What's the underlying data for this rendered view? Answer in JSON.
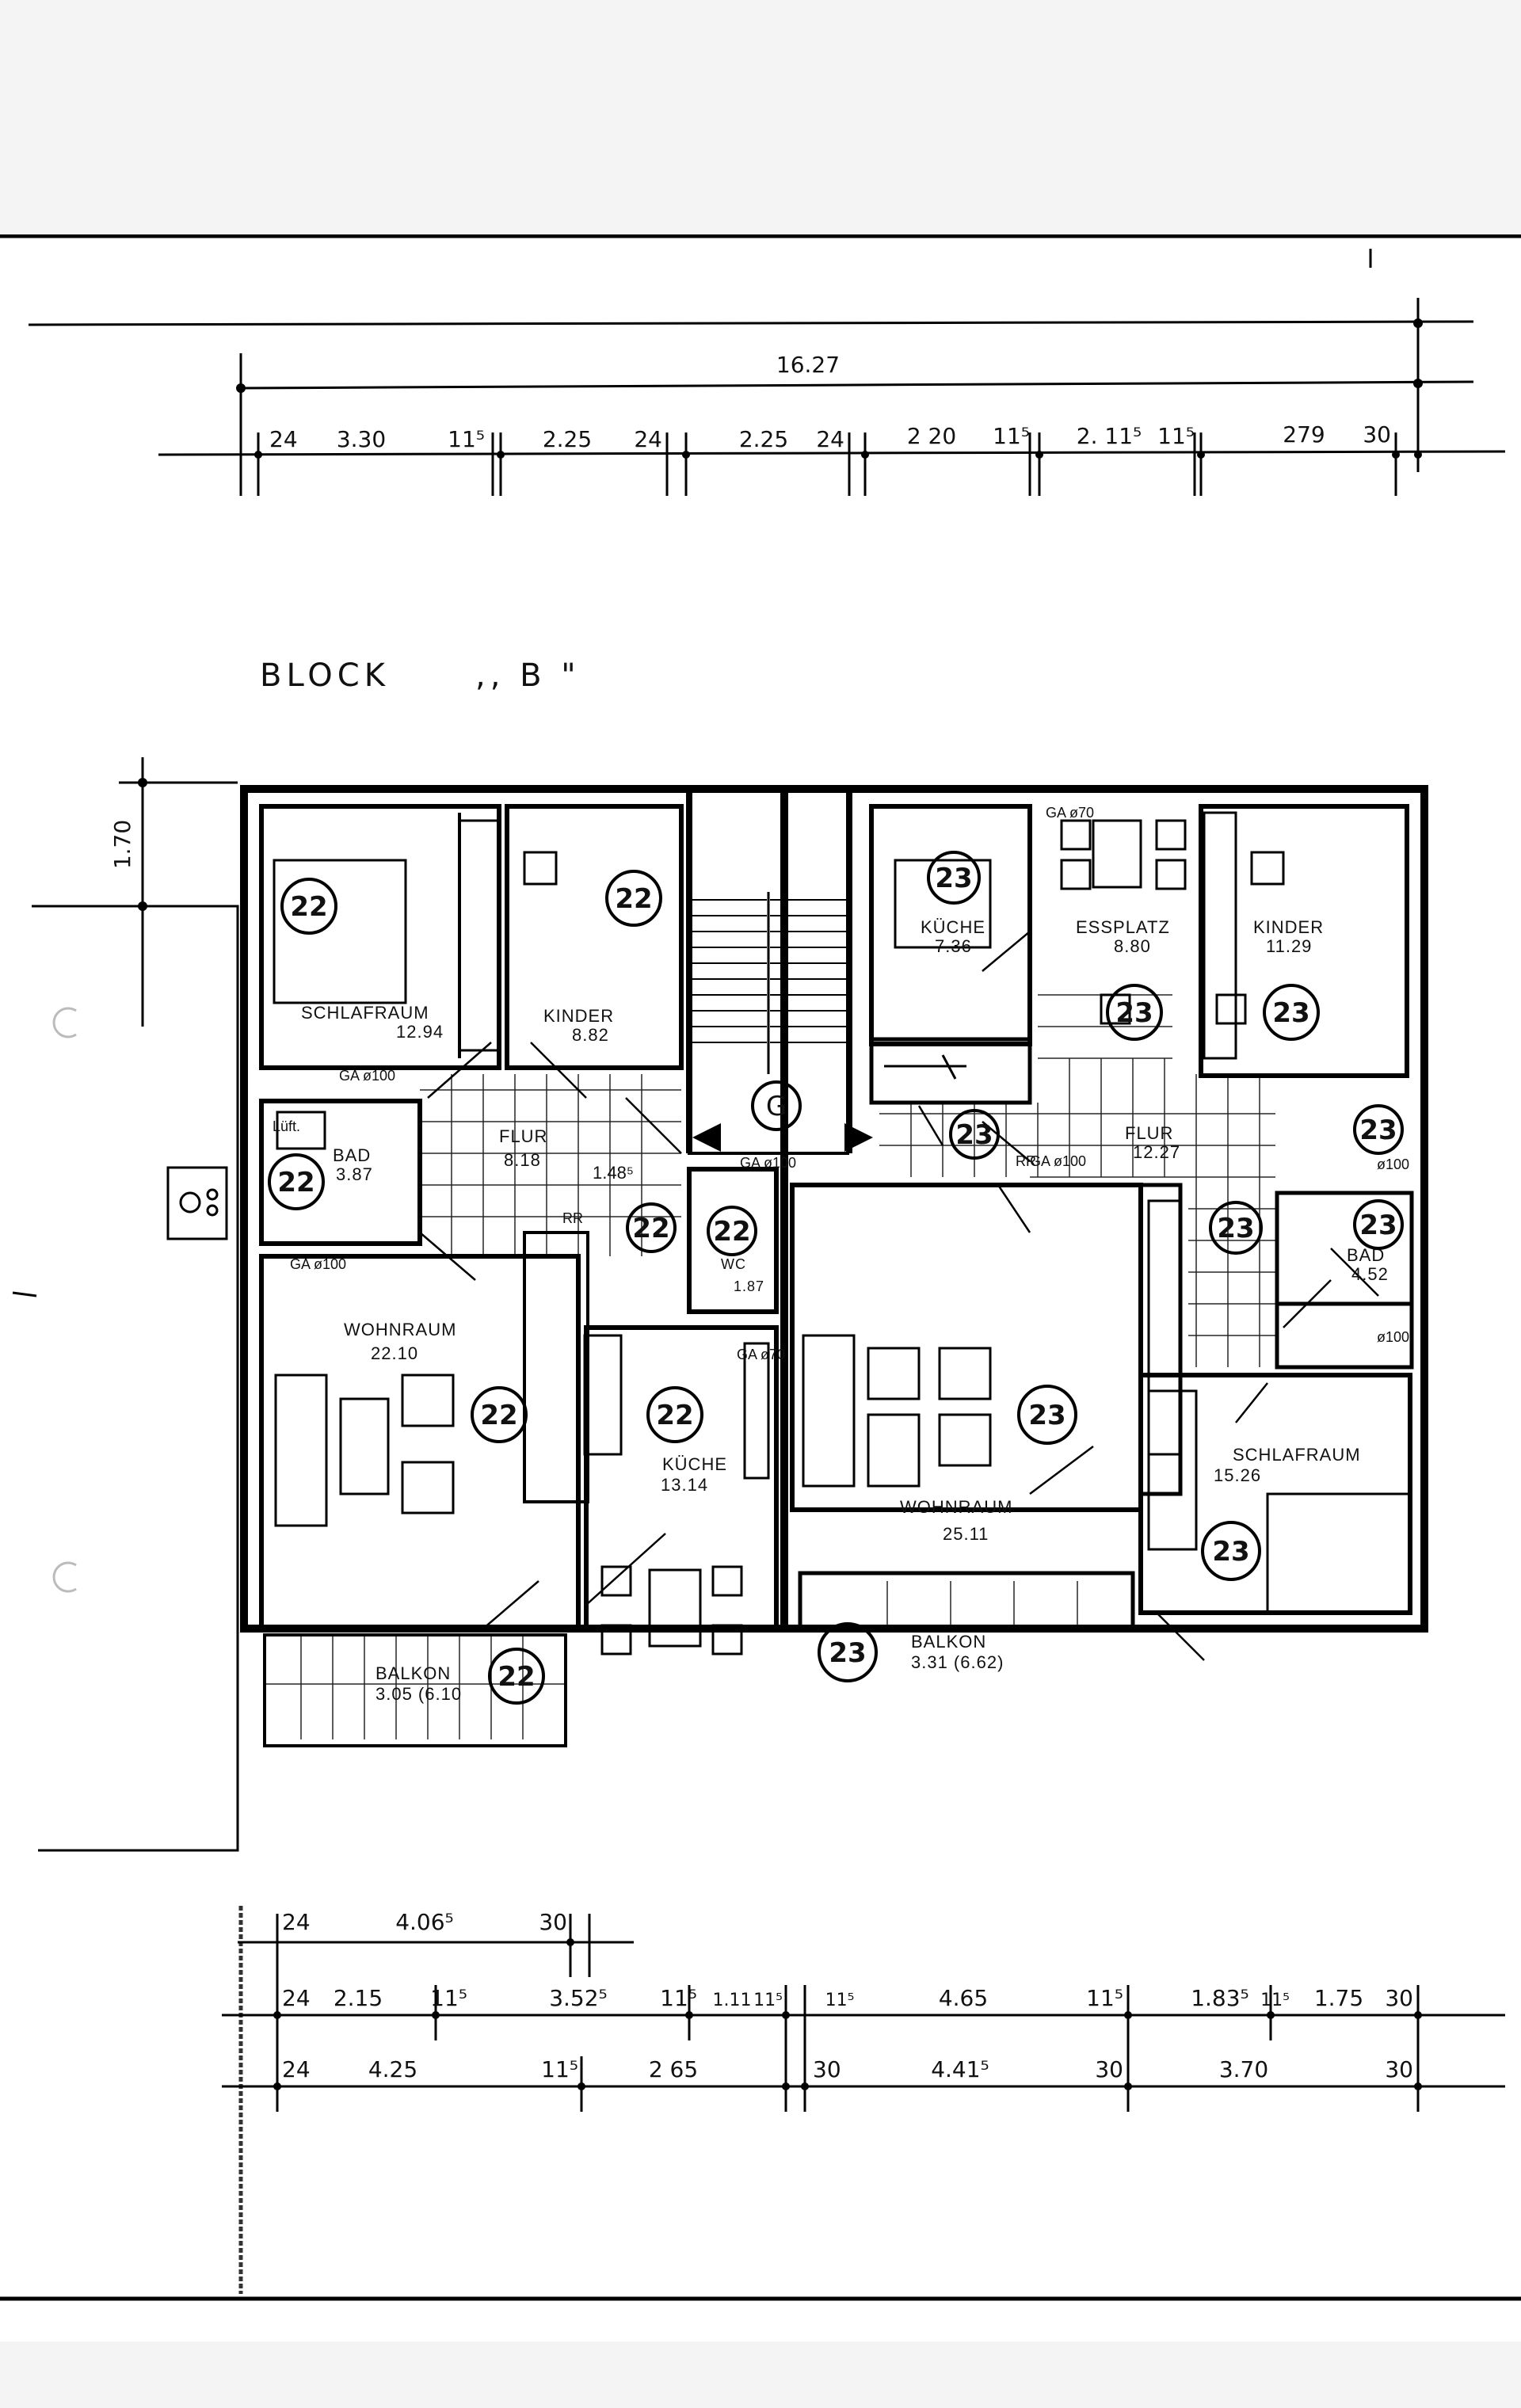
{
  "drawing": {
    "title": "BLOCK",
    "block_letter": ",, B \"",
    "staircase_marker": "G",
    "overall_width": "16.27",
    "left_margin_dim": "1.70"
  },
  "top_dims": [
    "24",
    "3.30",
    "11⁵",
    "2.25",
    "24",
    "2.25",
    "24",
    "2 20",
    "11⁵",
    "2. 11⁵",
    "11⁵",
    "279",
    "30"
  ],
  "bottom_dims": {
    "row1": [
      "24",
      "4.06⁵",
      "30"
    ],
    "row2": [
      "24",
      "2.15",
      "11⁵",
      "3.52⁵",
      "11⁵",
      "1.11",
      "11⁵",
      "11⁵",
      "4.65",
      "11⁵",
      "1.83⁵",
      "11⁵",
      "1.75",
      "30"
    ],
    "row3": [
      "24",
      "4.25",
      "11⁵",
      "2 65",
      "30",
      "4.41⁵",
      "30",
      "3.70",
      "30"
    ]
  },
  "rooms": [
    {
      "name": "SCHLAFRAUM",
      "area": "12.94",
      "unit": "22"
    },
    {
      "name": "KINDER",
      "area": "8.82",
      "unit": "22"
    },
    {
      "name": "BAD",
      "area": "3.87",
      "unit": "22"
    },
    {
      "name": "FLUR",
      "area": "8.18",
      "unit": "22"
    },
    {
      "name": "WC",
      "area": "1.87",
      "unit": "22"
    },
    {
      "name": "WOHNRAUM",
      "area": "22.10",
      "unit": "22"
    },
    {
      "name": "KÜCHE",
      "area": "13.14",
      "unit": "22"
    },
    {
      "name": "BALKON",
      "area": "3.05 (6.10",
      "unit": "22"
    },
    {
      "name": "KÜCHE",
      "area": "7.36",
      "unit": "23"
    },
    {
      "name": "ESSPLATZ",
      "area": "8.80",
      "unit": "23"
    },
    {
      "name": "KINDER",
      "area": "11.29",
      "unit": "23"
    },
    {
      "name": "FLUR",
      "area": "12.27",
      "unit": "23"
    },
    {
      "name": "BAD",
      "area": "4.52",
      "unit": "23"
    },
    {
      "name": "WOHNRAUM",
      "area": "25.11",
      "unit": "23"
    },
    {
      "name": "SCHLAFRAUM",
      "area": "15.26",
      "unit": "23"
    },
    {
      "name": "BALKON",
      "area": "3.31 (6.62)",
      "unit": "23"
    }
  ],
  "annotations": {
    "luft": "Lüft.",
    "ga100_a": "GA ø100",
    "ga100_b": "GA ø100",
    "ga100_c": "GA ø100",
    "ga100_d": "GA ø100",
    "ga70": "GA ø70",
    "ga70_k": "GA ø70",
    "rr1": "RR",
    "rr2": "RR",
    "dim_148": "1.48⁵",
    "d100": "ø100",
    "d100b": "ø100"
  },
  "markers": [
    "22",
    "22",
    "22",
    "22",
    "22",
    "22",
    "22",
    "22",
    "23",
    "23",
    "23",
    "23",
    "23",
    "23",
    "23",
    "23",
    "23",
    "23"
  ]
}
